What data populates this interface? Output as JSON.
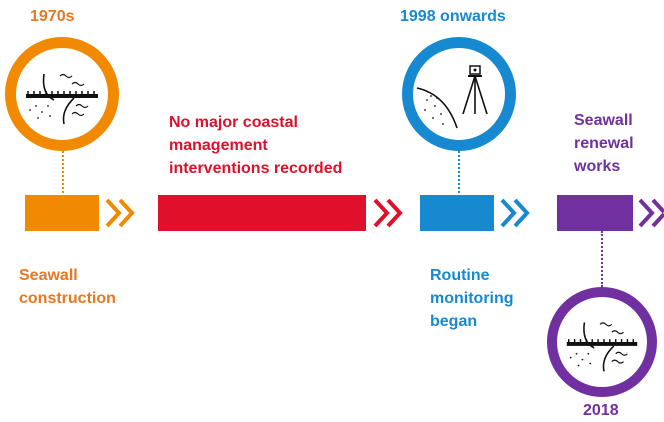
{
  "colors": {
    "orange": "#f18a00",
    "orange_text": "#e87722",
    "red": "#e0102a",
    "blue": "#1689d0",
    "purple": "#7030a0"
  },
  "stages": {
    "s1970": {
      "label": "1970s",
      "caption": "Seawall construction",
      "caption_lines": [
        "Seawall",
        "construction"
      ],
      "icon": "seawall-icon"
    },
    "gap": {
      "caption_lines": [
        "No major coastal",
        "management",
        "interventions recorded"
      ]
    },
    "s1998": {
      "label": "1998 onwards",
      "caption_lines": [
        "Routine",
        "monitoring",
        "began"
      ],
      "icon": "survey-tripod-icon"
    },
    "s2018": {
      "label": "2018",
      "caption_lines": [
        "Seawall",
        "renewal",
        "works"
      ],
      "icon": "seawall-icon"
    }
  }
}
